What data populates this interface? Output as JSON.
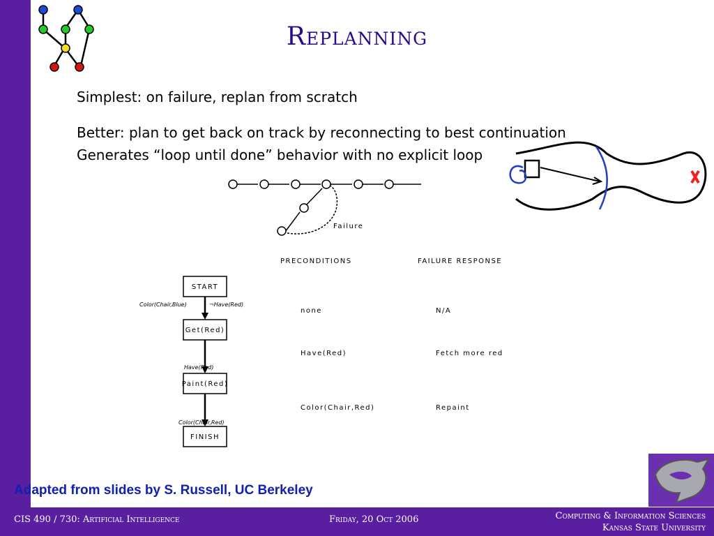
{
  "slide": {
    "title": "Replanning",
    "lines": [
      "Simplest: on failure, replan from scratch",
      "Better: plan to get back on track by reconnecting to best continuation",
      "Generates “loop until done” behavior with no explicit loop"
    ],
    "credit": "Adapted from slides by S. Russell, UC Berkeley"
  },
  "diagram": {
    "failure_label": "Failure",
    "columns": {
      "preconditions": "PRECONDITIONS",
      "failure_response": "FAILURE RESPONSE"
    },
    "steps": [
      "START",
      "Get(Red)",
      "Paint(Red)",
      "FINISH"
    ],
    "edge_labels": [
      "Color(Chair,Blue)",
      "¬Have(Red)",
      "Have(Red)",
      "Color(Chair,Red)"
    ],
    "rows": [
      {
        "precondition": "none",
        "response": "N/A"
      },
      {
        "precondition": "Have(Red)",
        "response": "Fetch more red"
      },
      {
        "precondition": "Color(Chair,Red)",
        "response": "Repaint"
      }
    ],
    "colors": {
      "node_blue": "#1a4ad8",
      "node_green": "#22cc22",
      "node_yellow": "#f0e020",
      "node_red": "#dd1111",
      "sketch_blue": "#2040c0",
      "sketch_red": "#ee2222"
    }
  },
  "footer": {
    "course": "CIS 490 / 730: Artificial Intelligence",
    "date": "Friday, 20 Oct 2006",
    "dept": "Computing & Information Sciences",
    "university": "Kansas State University"
  },
  "theme": {
    "purple": "#5a1ea0",
    "title_color": "#2a0a8c",
    "credit_color": "#1020b0"
  }
}
